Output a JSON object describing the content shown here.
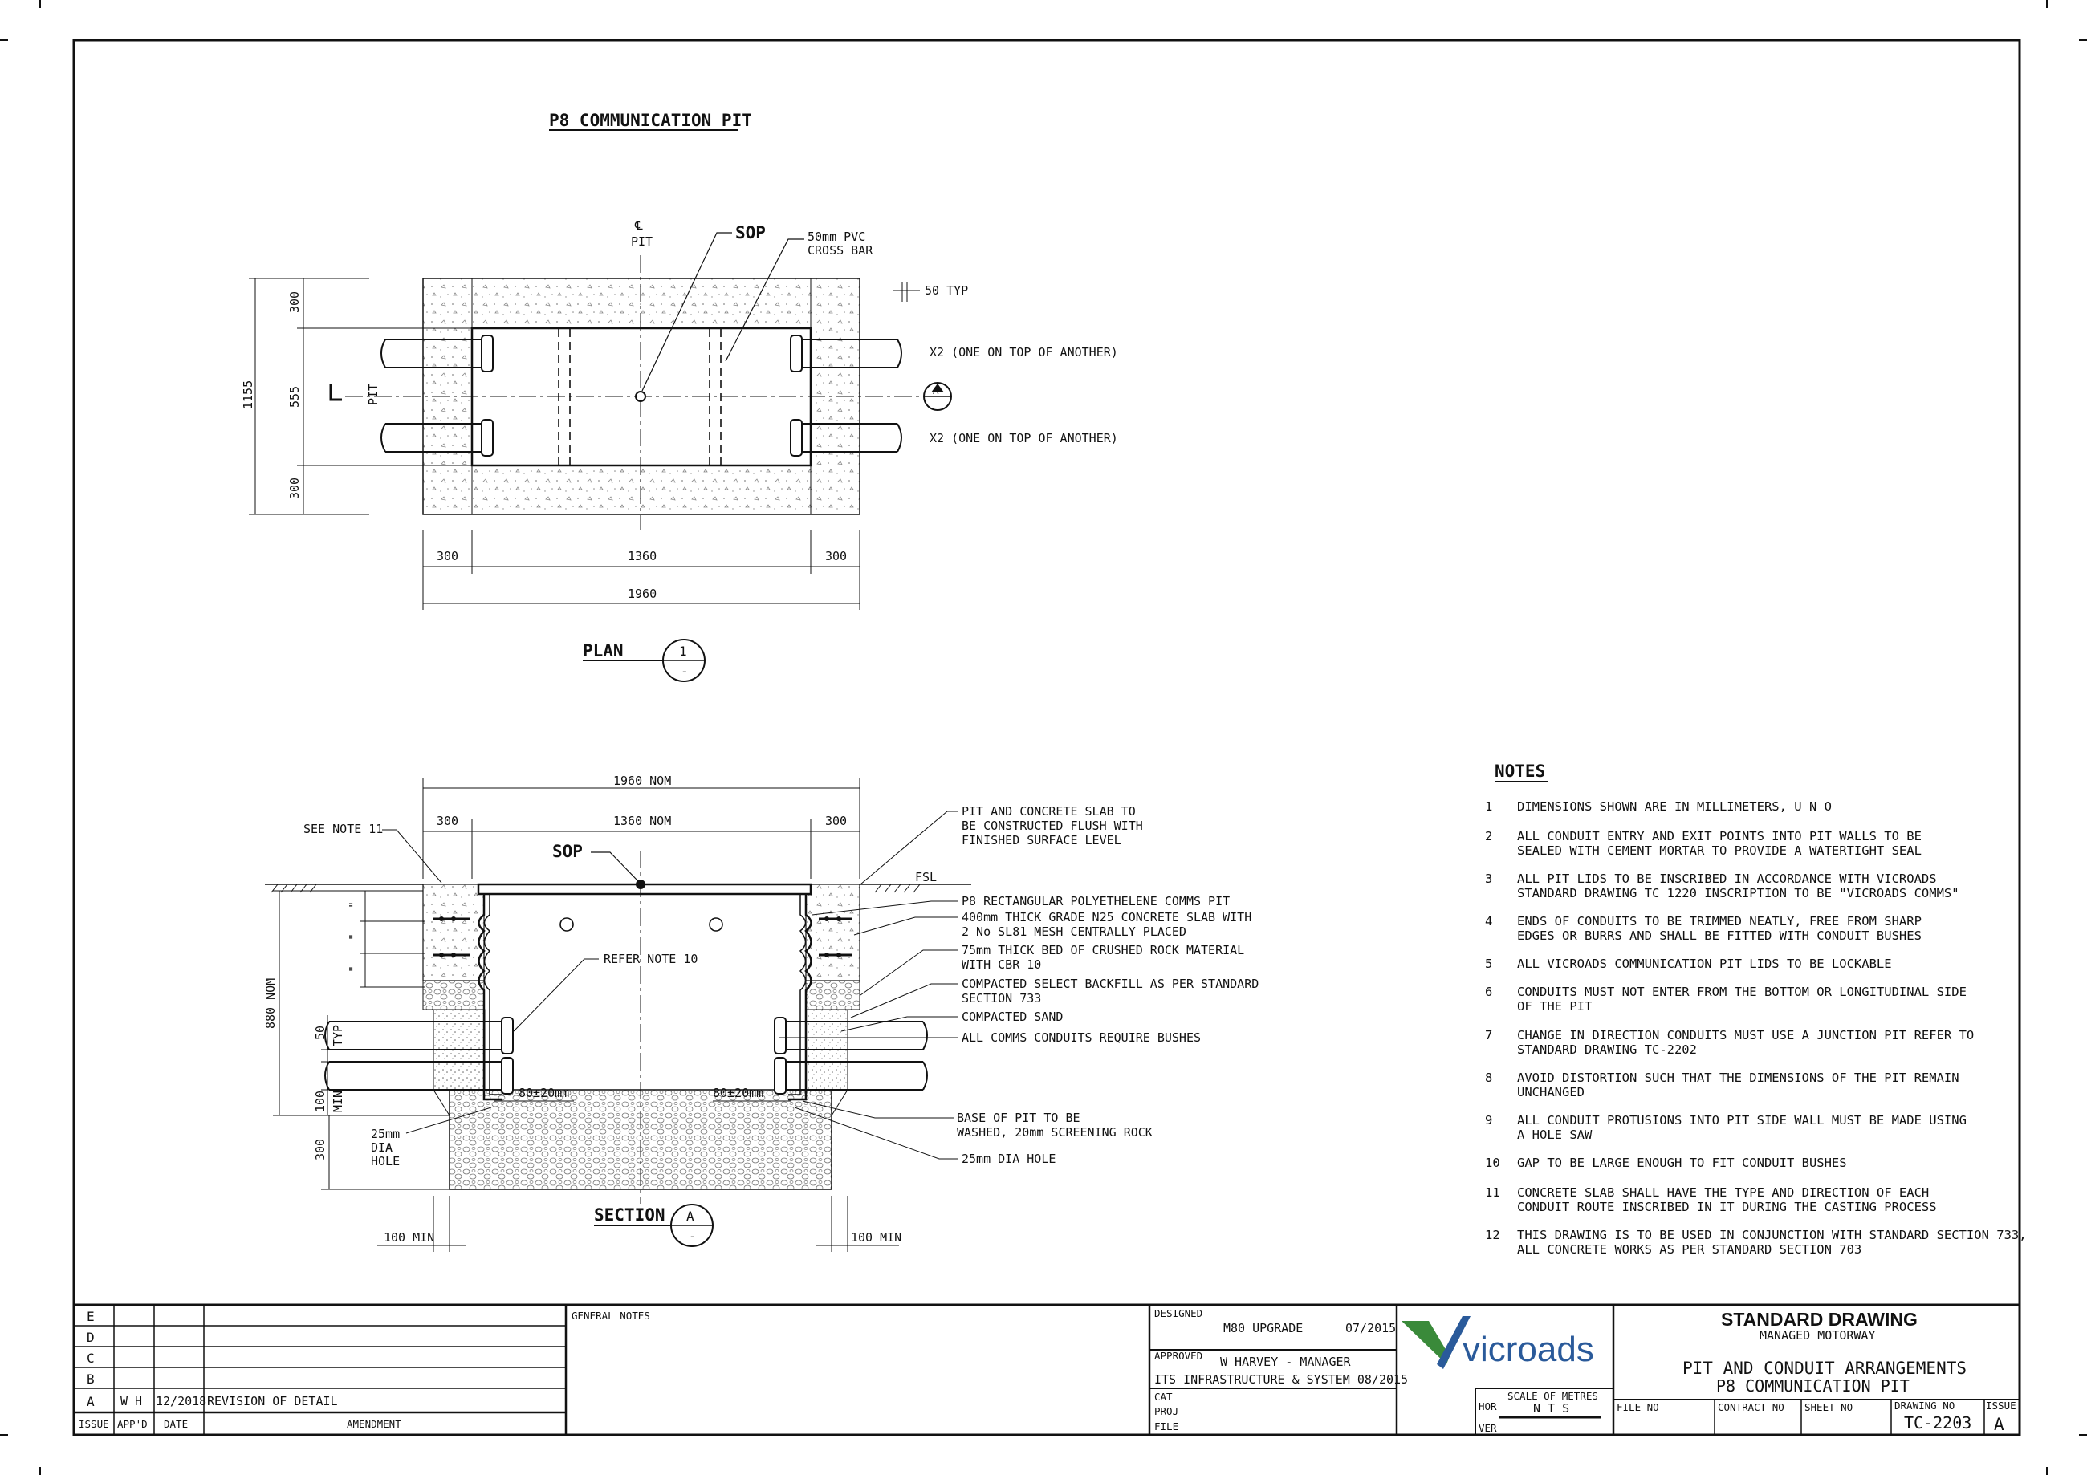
{
  "drawing_title": "P8 COMMUNICATION PIT",
  "plan": {
    "title": "PLAN",
    "marker_num": "1",
    "marker_sub": "-",
    "sop": "SOP",
    "cl_pit_top": "PIT",
    "cl_pit_side": "PIT",
    "crossbar": [
      "50mm PVC",
      "CROSS BAR"
    ],
    "typ50": "50 TYP",
    "x2_top": "X2 (ONE ON TOP OF ANOTHER)",
    "x2_bottom": "X2 (ONE ON TOP OF ANOTHER)",
    "section_mark": "A",
    "section_mark_sub": "-",
    "dims": {
      "overall_h": "1155",
      "top": "300",
      "mid": "555",
      "bottom": "300",
      "left": "300",
      "center": "1360",
      "right": "300",
      "overall_w": "1960"
    }
  },
  "section": {
    "title": "SECTION",
    "marker_num": "A",
    "marker_sub": "-",
    "sop": "SOP",
    "fsl": "FSL",
    "see_note": "SEE NOTE 11",
    "refer_note": "REFER NOTE 10",
    "dims": {
      "nom_w": "1960 NOM",
      "left": "300",
      "center": "1360 NOM",
      "right": "300",
      "depth": "880 NOM",
      "base": "300",
      "typ": "TYP",
      "typ_val": "50",
      "min": "MIN",
      "min_val": "100",
      "gap_left": "80±20mm",
      "gap_right": "80±20mm",
      "min_left": "100 MIN",
      "min_right": "100 MIN",
      "hole": [
        "25mm",
        "DIA",
        "HOLE"
      ]
    },
    "callouts": [
      [
        "PIT AND CONCRETE SLAB TO",
        "BE CONSTRUCTED FLUSH WITH",
        "FINISHED SURFACE LEVEL"
      ],
      [
        "P8 RECTANGULAR POLYETHELENE COMMS PIT"
      ],
      [
        "400mm THICK GRADE N25 CONCRETE SLAB WITH",
        "2 No SL81 MESH CENTRALLY PLACED"
      ],
      [
        "75mm THICK BED OF CRUSHED ROCK MATERIAL",
        "WITH CBR 10"
      ],
      [
        "COMPACTED SELECT BACKFILL AS PER STANDARD",
        "SECTION 733"
      ],
      [
        "COMPACTED SAND"
      ],
      [
        "ALL COMMS CONDUITS REQUIRE BUSHES"
      ],
      [
        "BASE OF PIT TO BE",
        "WASHED, 20mm SCREENING ROCK"
      ],
      [
        "25mm DIA HOLE"
      ]
    ]
  },
  "notes": {
    "heading": "NOTES",
    "items": [
      {
        "n": "1",
        "lines": [
          "DIMENSIONS SHOWN ARE IN MILLIMETERS, U N O"
        ]
      },
      {
        "n": "2",
        "lines": [
          "ALL CONDUIT ENTRY AND EXIT POINTS INTO PIT WALLS TO BE",
          "SEALED WITH CEMENT MORTAR TO PROVIDE A WATERTIGHT SEAL"
        ]
      },
      {
        "n": "3",
        "lines": [
          "ALL PIT LIDS TO BE INSCRIBED IN ACCORDANCE WITH VICROADS",
          "STANDARD DRAWING TC 1220 INSCRIPTION TO BE \"VICROADS COMMS\""
        ]
      },
      {
        "n": "4",
        "lines": [
          "ENDS OF CONDUITS TO BE TRIMMED NEATLY, FREE FROM SHARP",
          "EDGES OR BURRS AND SHALL BE FITTED WITH CONDUIT BUSHES"
        ]
      },
      {
        "n": "5",
        "lines": [
          "ALL VICROADS COMMUNICATION PIT LIDS TO BE LOCKABLE"
        ]
      },
      {
        "n": "6",
        "lines": [
          "CONDUITS MUST NOT ENTER FROM  THE BOTTOM OR LONGITUDINAL SIDE",
          "OF THE PIT"
        ]
      },
      {
        "n": "7",
        "lines": [
          "CHANGE IN DIRECTION CONDUITS MUST USE A JUNCTION PIT REFER TO",
          "STANDARD DRAWING TC-2202"
        ]
      },
      {
        "n": "8",
        "lines": [
          "AVOID DISTORTION SUCH THAT THE DIMENSIONS OF THE PIT REMAIN",
          "UNCHANGED"
        ]
      },
      {
        "n": "9",
        "lines": [
          "ALL CONDUIT PROTUSIONS INTO PIT SIDE WALL MUST BE MADE USING",
          "A HOLE SAW"
        ]
      },
      {
        "n": "10",
        "lines": [
          "GAP TO BE LARGE ENOUGH TO FIT CONDUIT BUSHES"
        ]
      },
      {
        "n": "11",
        "lines": [
          "CONCRETE SLAB SHALL HAVE THE TYPE AND DIRECTION OF EACH",
          "CONDUIT ROUTE INSCRIBED IN IT DURING THE CASTING PROCESS"
        ]
      },
      {
        "n": "12",
        "lines": [
          "THIS DRAWING IS TO BE USED IN CONJUNCTION WITH STANDARD SECTION 733,",
          "ALL CONCRETE WORKS AS PER STANDARD SECTION 703"
        ]
      }
    ]
  },
  "title_block": {
    "revisions": [
      {
        "issue": "E",
        "appd": "",
        "date": "",
        "amendment": ""
      },
      {
        "issue": "D",
        "appd": "",
        "date": "",
        "amendment": ""
      },
      {
        "issue": "C",
        "appd": "",
        "date": "",
        "amendment": ""
      },
      {
        "issue": "B",
        "appd": "",
        "date": "",
        "amendment": ""
      },
      {
        "issue": "A",
        "appd": "W H",
        "date": "12/2018",
        "amendment": "REVISION OF DETAIL"
      }
    ],
    "headers": {
      "issue": "ISSUE",
      "appd": "APP'D",
      "date": "DATE",
      "amendment": "AMENDMENT"
    },
    "general_notes": "GENERAL NOTES",
    "designed_label": "DESIGNED",
    "designed_value": "M80 UPGRADE",
    "designed_date": "07/2015",
    "approved_label": "APPROVED",
    "approved_value": "W HARVEY - MANAGER",
    "approved_org": "ITS INFRASTRUCTURE & SYSTEM 08/2015",
    "cat": "CAT",
    "proj": "PROJ",
    "file": "FILE",
    "logo": "vicroads",
    "hor": "HOR",
    "ver": "VER",
    "scale_label": "SCALE OF METRES",
    "scale_value": "N T S",
    "std_drawing": "STANDARD DRAWING",
    "managed": "MANAGED MOTORWAY",
    "sheet_title": "PIT AND CONDUIT ARRANGEMENTS",
    "sheet_subtitle": "P8 COMMUNICATION PIT",
    "file_no": "FILE NO",
    "contract_no": "CONTRACT NO",
    "sheet_no": "SHEET NO",
    "drawing_no_label": "DRAWING NO",
    "drawing_no": "TC-2203",
    "issue_label": "ISSUE",
    "issue_value": "A"
  }
}
